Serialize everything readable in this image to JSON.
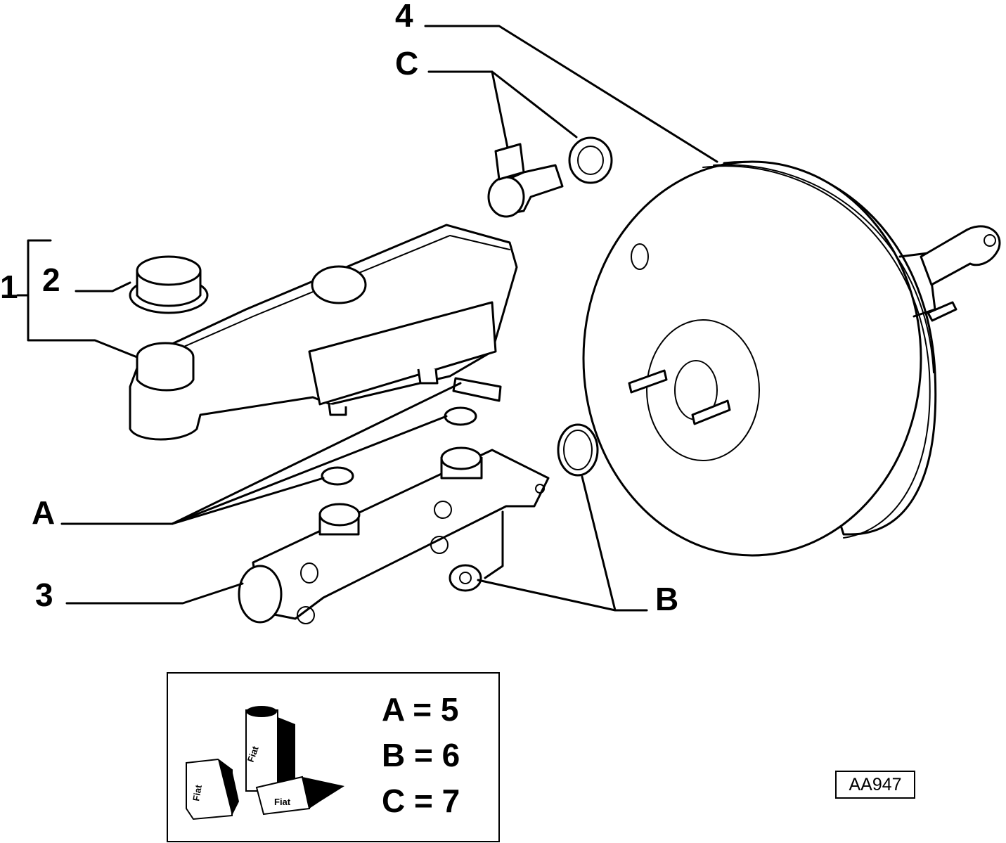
{
  "callouts": {
    "label_1": "1",
    "label_2": "2",
    "label_3": "3",
    "label_4": "4",
    "label_a": "A",
    "label_b": "B",
    "label_c": "C"
  },
  "legend": {
    "row_a": "A = 5",
    "row_b": "B = 6",
    "row_c": "C = 7",
    "pack_text": "Fiat"
  },
  "reference_code": "AA947",
  "colors": {
    "ink": "#000000",
    "paper": "#ffffff"
  }
}
